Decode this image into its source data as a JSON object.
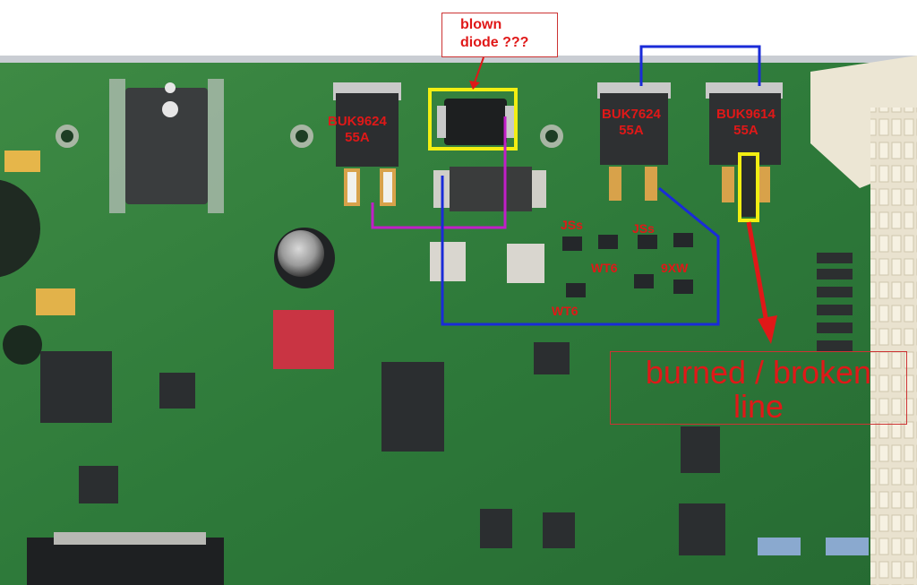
{
  "image": {
    "description_free": true
  },
  "annotations": {
    "blown_diode": {
      "line1": "blown",
      "line2": "diode ???"
    },
    "burned_line": {
      "line1": "burned / broken",
      "line2": "line"
    },
    "mosfets": [
      {
        "part": "BUK9624",
        "rating": "55A"
      },
      {
        "part": "BUK7624",
        "rating": "55A"
      },
      {
        "part": "BUK9614",
        "rating": "55A"
      }
    ],
    "small_parts": {
      "jss_1": "JSs",
      "jss_2": "JSs",
      "wt6_1": "WT6",
      "wt6_2": "WT6",
      "xw9": "9XW"
    },
    "colors": {
      "annotation_red": "#e01818",
      "highlight_yellow": "#f2ee12",
      "trace_blue": "#1a2bd8",
      "trace_magenta": "#c21ec8",
      "pcb_green": "#2e7a3a"
    }
  }
}
